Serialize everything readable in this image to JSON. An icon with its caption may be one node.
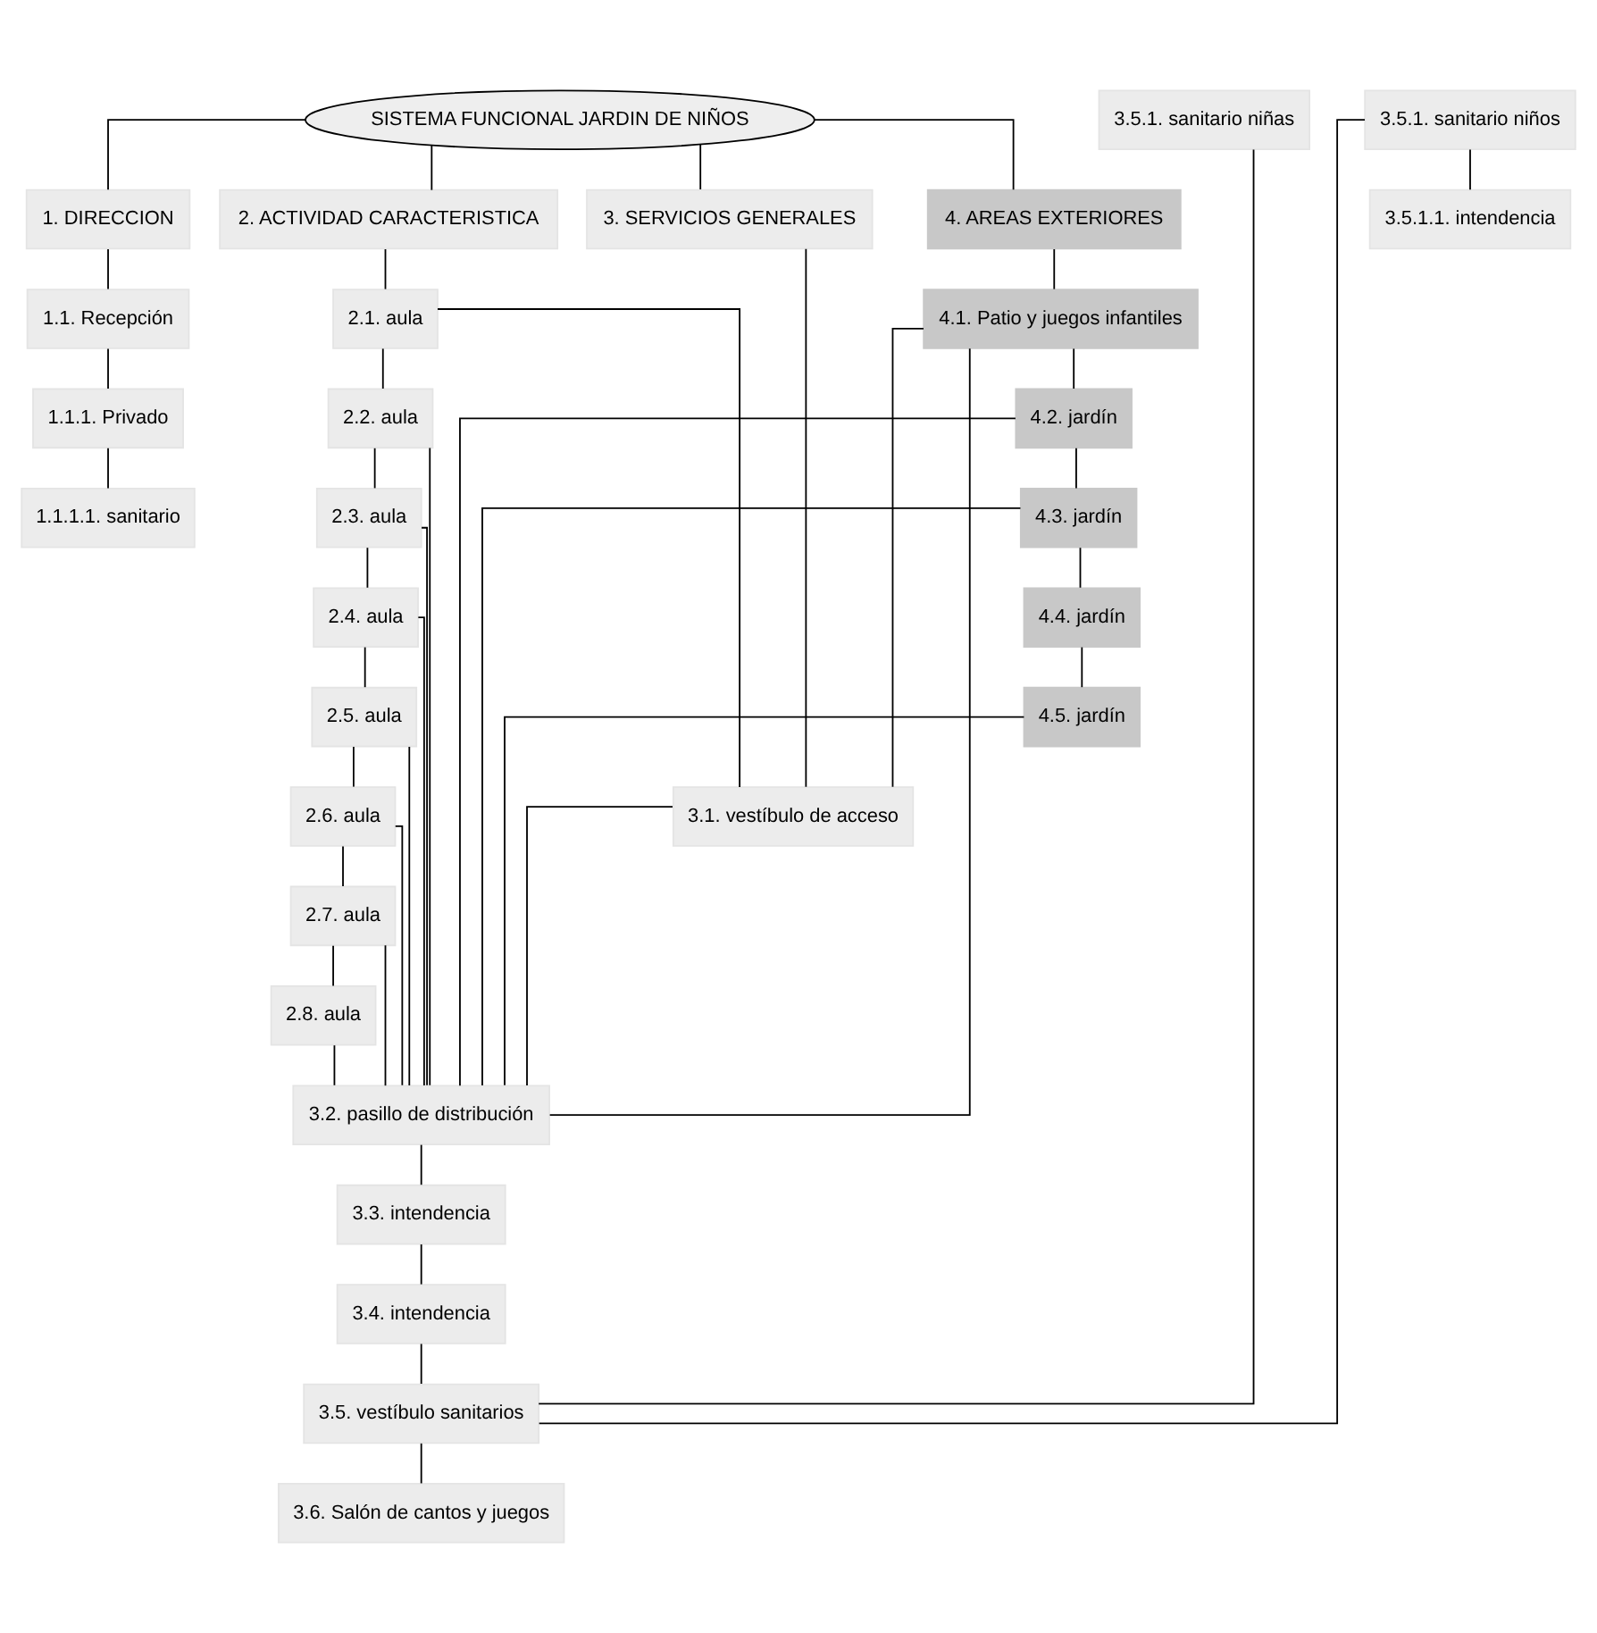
{
  "diagram": {
    "nodes": [
      {
        "text": [
          "SISTEMA FUNCIONAL JARDIN DE NIÑOS"
        ]
      },
      {
        "text": [
          "1. DIRECCION"
        ]
      },
      {
        "text": [
          "2. ACTIVIDAD CARACTERISTICA"
        ]
      },
      {
        "text": [
          "3. SERVICIOS GENERALES"
        ]
      },
      {
        "text": [
          "4. AREAS EXTERIORES"
        ]
      },
      {
        "text": [
          "1.1. Recepción"
        ]
      },
      {
        "text": [
          "1.1.1. Privado"
        ]
      },
      {
        "text": [
          "1.1.1.1. sanitario"
        ]
      },
      {
        "text": [
          "2.1. aula"
        ]
      },
      {
        "text": [
          "2.2. aula"
        ]
      },
      {
        "text": [
          "2.3. aula"
        ]
      },
      {
        "text": [
          "2.4. aula"
        ]
      },
      {
        "text": [
          "2.5. aula"
        ]
      },
      {
        "text": [
          "2.6. aula"
        ]
      },
      {
        "text": [
          "2.7. aula"
        ]
      },
      {
        "text": [
          "2.8. aula"
        ]
      },
      {
        "text": [
          "3.1. vestíbulo de acceso"
        ]
      },
      {
        "text": [
          "3.2. pasillo de distribución"
        ]
      },
      {
        "text": [
          "3.3. intendencia"
        ]
      },
      {
        "text": [
          "3.4. intendencia"
        ]
      },
      {
        "text": [
          "3.5. vestíbulo sanitarios"
        ]
      },
      {
        "text": [
          "3.6. Salón de cantos y juegos"
        ]
      },
      {
        "text": [
          "4.1. Patio y juegos infantiles"
        ]
      },
      {
        "text": [
          "4.2. jardín"
        ]
      },
      {
        "text": [
          "4.3. jardín"
        ]
      },
      {
        "text": [
          "4.4. jardín"
        ]
      },
      {
        "text": [
          "4.5. jardín"
        ]
      },
      {
        "text": [
          "3.5.1. sanitario niñas"
        ]
      },
      {
        "text": [
          "3.5.1. sanitario niños"
        ]
      },
      {
        "text": [
          "3.5.1.1. intendencia"
        ]
      }
    ],
    "edges": [
      {
        "from": 0,
        "to": 1,
        "arrow": "none"
      },
      {
        "from": 0,
        "to": 2,
        "arrow": "none"
      },
      {
        "from": 0,
        "to": 3,
        "arrow": "none"
      },
      {
        "from": 0,
        "to": 4,
        "arrow": "none"
      },
      {
        "from": 1,
        "to": 5,
        "arrow": "none"
      },
      {
        "from": 5,
        "to": 6,
        "arrow": "none"
      },
      {
        "from": 6,
        "to": 7,
        "arrow": "none"
      },
      {
        "from": 2,
        "to": 8,
        "arrow": "none"
      },
      {
        "from": 8,
        "to": 9,
        "arrow": "none"
      },
      {
        "from": 9,
        "to": 10,
        "arrow": "none"
      },
      {
        "from": 10,
        "to": 11,
        "arrow": "none"
      },
      {
        "from": 11,
        "to": 12,
        "arrow": "none"
      },
      {
        "from": 12,
        "to": 13,
        "arrow": "none"
      },
      {
        "from": 13,
        "to": 14,
        "arrow": "none"
      },
      {
        "from": 14,
        "to": 15,
        "arrow": "none"
      },
      {
        "from": 3,
        "to": 16,
        "arrow": "none"
      },
      {
        "from": 16,
        "to": 17,
        "arrow": "none"
      },
      {
        "from": 17,
        "to": 18,
        "arrow": "none"
      },
      {
        "from": 18,
        "to": 19,
        "arrow": "none"
      },
      {
        "from": 19,
        "to": 20,
        "arrow": "none"
      },
      {
        "from": 20,
        "to": 21,
        "arrow": "none"
      },
      {
        "from": 4,
        "to": 22,
        "arrow": "none"
      },
      {
        "from": 22,
        "to": 23,
        "arrow": "none"
      },
      {
        "from": 23,
        "to": 24,
        "arrow": "none"
      },
      {
        "from": 24,
        "to": 25,
        "arrow": "none"
      },
      {
        "from": 25,
        "to": 26,
        "arrow": "none"
      },
      {
        "from": 8,
        "to": 16,
        "arrow": "none"
      },
      {
        "from": 9,
        "to": 17,
        "arrow": "none"
      },
      {
        "from": 10,
        "to": 17,
        "arrow": "none"
      },
      {
        "from": 11,
        "to": 17,
        "arrow": "none"
      },
      {
        "from": 12,
        "to": 17,
        "arrow": "none"
      },
      {
        "from": 13,
        "to": 17,
        "arrow": "none"
      },
      {
        "from": 14,
        "to": 17,
        "arrow": "none"
      },
      {
        "from": 15,
        "to": 17,
        "arrow": "none"
      },
      {
        "from": 16,
        "to": 22,
        "arrow": "none"
      },
      {
        "from": 17,
        "to": 22,
        "arrow": "none"
      },
      {
        "from": 17,
        "to": 23,
        "arrow": "none"
      },
      {
        "from": 17,
        "to": 24,
        "arrow": "none"
      },
      {
        "from": 17,
        "to": 26,
        "arrow": "none"
      },
      {
        "from": 20,
        "to": 27,
        "arrow": "none"
      },
      {
        "from": 20,
        "to": 28,
        "arrow": "none"
      },
      {
        "from": 28,
        "to": 29,
        "arrow": "none"
      }
    ]
  }
}
